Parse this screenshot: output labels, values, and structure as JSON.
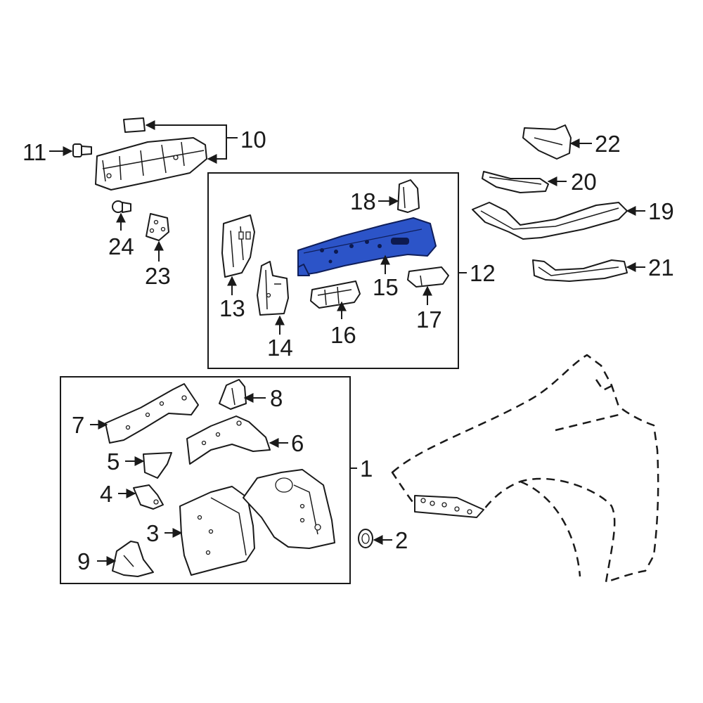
{
  "diagram": {
    "highlight_color": "#2c54c8",
    "highlighted_part": "15",
    "callouts": {
      "c1": "1",
      "c2": "2",
      "c3": "3",
      "c4": "4",
      "c5": "5",
      "c6": "6",
      "c7": "7",
      "c8": "8",
      "c9": "9",
      "c10": "10",
      "c11": "11",
      "c12": "12",
      "c13": "13",
      "c14": "14",
      "c15": "15",
      "c16": "16",
      "c17": "17",
      "c18": "18",
      "c19": "19",
      "c20": "20",
      "c21": "21",
      "c22": "22",
      "c23": "23",
      "c24": "24"
    }
  }
}
